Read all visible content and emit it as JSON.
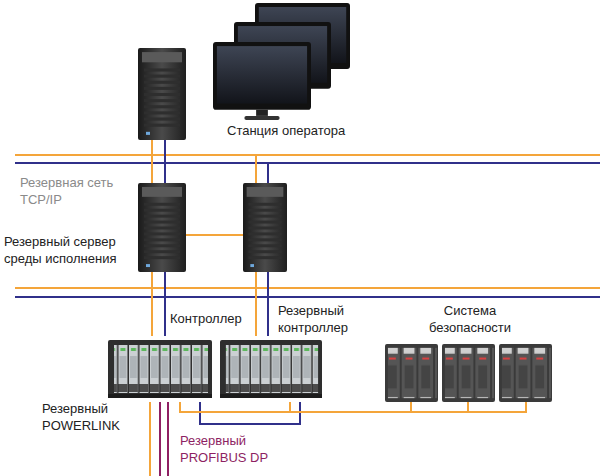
{
  "diagram": {
    "nodes": [
      {
        "text": [
          "Станция оператора"
        ]
      },
      {
        "text": [
          "Резервный сервер среды исполнения"
        ]
      },
      {
        "text": [
          "Контроллер"
        ]
      },
      {
        "text": [
          "Резервный контроллер"
        ]
      },
      {
        "text": [
          "Система безопасности"
        ]
      }
    ],
    "edges": [
      {
        "from": 0,
        "to": 1,
        "arrow": "none"
      },
      {
        "from": 1,
        "to": 2,
        "arrow": "none"
      },
      {
        "from": 2,
        "to": 4,
        "arrow": "none"
      },
      {
        "from": 3,
        "to": 4,
        "arrow": "none"
      }
    ],
    "labels": [
      "Резервная сеть TCP/IP",
      "Резервный POWERLINK",
      "Резервный PROFIBUS DP"
    ]
  }
}
